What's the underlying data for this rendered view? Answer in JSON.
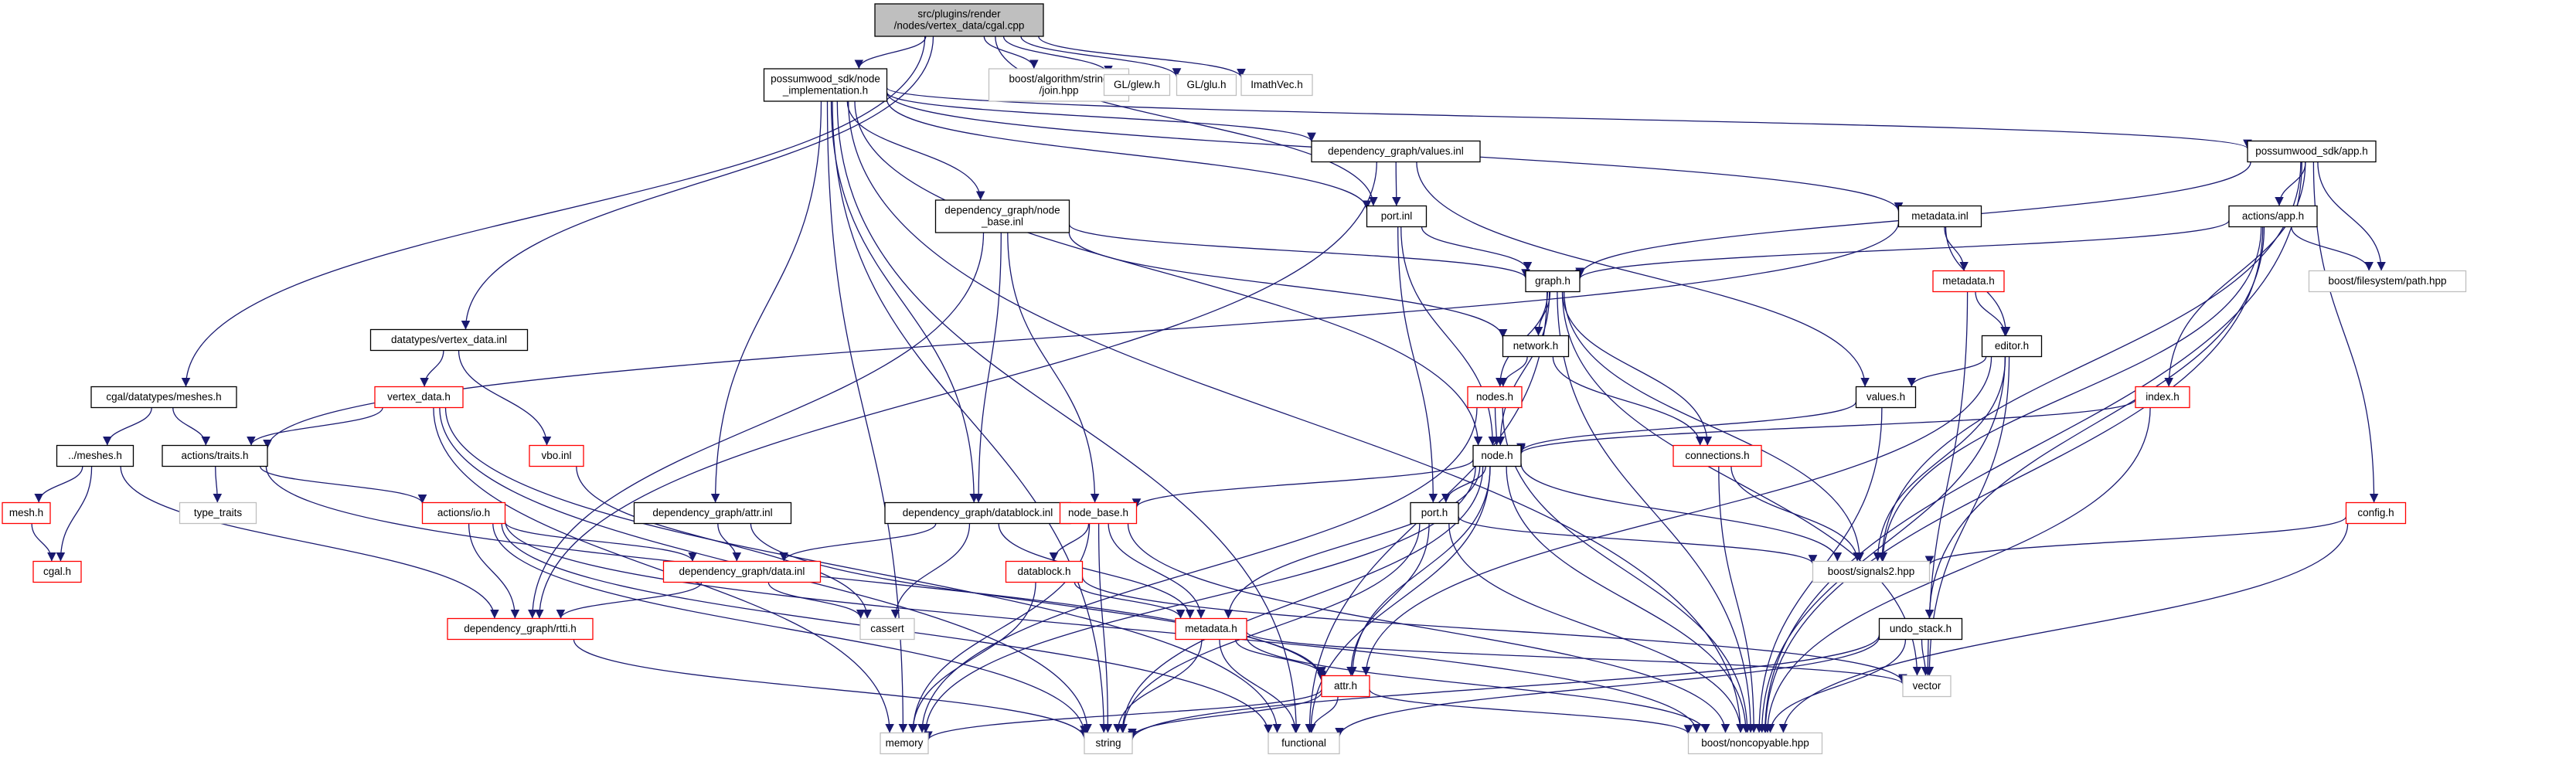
{
  "colors": {
    "edge": "#191970",
    "border_default": "#000000",
    "border_linked": "#ff0000",
    "border_external": "#bfbfbf",
    "fill_root": "#bfbfbf",
    "fill_default": "#ffffff"
  },
  "nodes": [
    {
      "id": "root",
      "lines": [
        "src/plugins/render",
        "/nodes/vertex_data/cgal.cpp"
      ],
      "kind": "root"
    },
    {
      "id": "sdk_node_impl",
      "lines": [
        "possumwood_sdk/node",
        "_implementation.h"
      ],
      "kind": "default"
    },
    {
      "id": "boost_join",
      "lines": [
        "boost/algorithm/string",
        "/join.hpp"
      ],
      "kind": "external"
    },
    {
      "id": "gl_glew",
      "lines": [
        "GL/glew.h"
      ],
      "kind": "external"
    },
    {
      "id": "gl_glu",
      "lines": [
        "GL/glu.h"
      ],
      "kind": "external"
    },
    {
      "id": "imathvec",
      "lines": [
        "ImathVec.h"
      ],
      "kind": "external"
    },
    {
      "id": "dg_values_inl",
      "lines": [
        "dependency_graph/values.inl"
      ],
      "kind": "default"
    },
    {
      "id": "sdk_app",
      "lines": [
        "possumwood_sdk/app.h"
      ],
      "kind": "default"
    },
    {
      "id": "dg_node_base_inl",
      "lines": [
        "dependency_graph/node",
        "_base.inl"
      ],
      "kind": "default"
    },
    {
      "id": "port_inl",
      "lines": [
        "port.inl"
      ],
      "kind": "default"
    },
    {
      "id": "metadata_inl",
      "lines": [
        "metadata.inl"
      ],
      "kind": "default"
    },
    {
      "id": "actions_app",
      "lines": [
        "actions/app.h"
      ],
      "kind": "default"
    },
    {
      "id": "boost_fs_path",
      "lines": [
        "boost/filesystem/path.hpp"
      ],
      "kind": "external"
    },
    {
      "id": "graph_h",
      "lines": [
        "graph.h"
      ],
      "kind": "default"
    },
    {
      "id": "metadata_h_red",
      "lines": [
        "metadata.h"
      ],
      "kind": "linked"
    },
    {
      "id": "network_h",
      "lines": [
        "network.h"
      ],
      "kind": "default"
    },
    {
      "id": "editor_h",
      "lines": [
        "editor.h"
      ],
      "kind": "default"
    },
    {
      "id": "datatypes_vertex_inl",
      "lines": [
        "datatypes/vertex_data.inl"
      ],
      "kind": "default"
    },
    {
      "id": "nodes_h",
      "lines": [
        "nodes.h"
      ],
      "kind": "linked"
    },
    {
      "id": "values_h",
      "lines": [
        "values.h"
      ],
      "kind": "default"
    },
    {
      "id": "index_h",
      "lines": [
        "index.h"
      ],
      "kind": "linked"
    },
    {
      "id": "cgal_meshes",
      "lines": [
        "cgal/datatypes/meshes.h"
      ],
      "kind": "default"
    },
    {
      "id": "vertex_data_h",
      "lines": [
        "vertex_data.h"
      ],
      "kind": "linked"
    },
    {
      "id": "vbo_inl",
      "lines": [
        "vbo.inl"
      ],
      "kind": "linked"
    },
    {
      "id": "meshes_rel",
      "lines": [
        "../meshes.h"
      ],
      "kind": "default"
    },
    {
      "id": "actions_traits",
      "lines": [
        "actions/traits.h"
      ],
      "kind": "default"
    },
    {
      "id": "node_h",
      "lines": [
        "node.h"
      ],
      "kind": "default"
    },
    {
      "id": "connections_h",
      "lines": [
        "connections.h"
      ],
      "kind": "linked"
    },
    {
      "id": "type_traits",
      "lines": [
        "type_traits"
      ],
      "kind": "external"
    },
    {
      "id": "mesh_h",
      "lines": [
        "mesh.h"
      ],
      "kind": "linked"
    },
    {
      "id": "actions_io",
      "lines": [
        "actions/io.h"
      ],
      "kind": "linked"
    },
    {
      "id": "dg_attr_inl",
      "lines": [
        "dependency_graph/attr.inl"
      ],
      "kind": "default"
    },
    {
      "id": "dg_datablock_inl",
      "lines": [
        "dependency_graph/datablock.inl"
      ],
      "kind": "default"
    },
    {
      "id": "node_base_h",
      "lines": [
        "node_base.h"
      ],
      "kind": "linked"
    },
    {
      "id": "port_h",
      "lines": [
        "port.h"
      ],
      "kind": "default"
    },
    {
      "id": "config_h",
      "lines": [
        "config.h"
      ],
      "kind": "linked"
    },
    {
      "id": "boost_signals2",
      "lines": [
        "boost/signals2.hpp"
      ],
      "kind": "external"
    },
    {
      "id": "cgal_h",
      "lines": [
        "cgal.h"
      ],
      "kind": "linked"
    },
    {
      "id": "dg_data_inl",
      "lines": [
        "dependency_graph/data.inl"
      ],
      "kind": "linked"
    },
    {
      "id": "datablock_h",
      "lines": [
        "datablock.h"
      ],
      "kind": "linked"
    },
    {
      "id": "cassert",
      "lines": [
        "cassert"
      ],
      "kind": "external"
    },
    {
      "id": "dg_rtti",
      "lines": [
        "dependency_graph/rtti.h"
      ],
      "kind": "linked"
    },
    {
      "id": "metadata_h2",
      "lines": [
        "metadata.h"
      ],
      "kind": "linked"
    },
    {
      "id": "undo_stack",
      "lines": [
        "undo_stack.h"
      ],
      "kind": "default"
    },
    {
      "id": "vector",
      "lines": [
        "vector"
      ],
      "kind": "external"
    },
    {
      "id": "attr_h",
      "lines": [
        "attr.h"
      ],
      "kind": "linked"
    },
    {
      "id": "memory",
      "lines": [
        "memory"
      ],
      "kind": "external"
    },
    {
      "id": "string",
      "lines": [
        "string"
      ],
      "kind": "external"
    },
    {
      "id": "functional",
      "lines": [
        "functional"
      ],
      "kind": "external"
    },
    {
      "id": "boost_noncopyable",
      "lines": [
        "boost/noncopyable.hpp"
      ],
      "kind": "external"
    }
  ],
  "edges": [
    [
      "root",
      "sdk_node_impl"
    ],
    [
      "root",
      "boost_join"
    ],
    [
      "root",
      "gl_glew"
    ],
    [
      "root",
      "gl_glu"
    ],
    [
      "root",
      "imathvec"
    ],
    [
      "root",
      "datatypes_vertex_inl"
    ],
    [
      "root",
      "cgal_meshes"
    ],
    [
      "root",
      "port_inl"
    ],
    [
      "sdk_node_impl",
      "dg_values_inl"
    ],
    [
      "sdk_node_impl",
      "sdk_app"
    ],
    [
      "sdk_node_impl",
      "dg_node_base_inl"
    ],
    [
      "sdk_node_impl",
      "port_inl"
    ],
    [
      "sdk_node_impl",
      "metadata_inl"
    ],
    [
      "sdk_node_impl",
      "node_h"
    ],
    [
      "sdk_node_impl",
      "dg_attr_inl"
    ],
    [
      "sdk_node_impl",
      "dg_datablock_inl"
    ],
    [
      "sdk_node_impl",
      "memory"
    ],
    [
      "sdk_node_impl",
      "string"
    ],
    [
      "sdk_node_impl",
      "functional"
    ],
    [
      "sdk_node_impl",
      "boost_noncopyable"
    ],
    [
      "dg_values_inl",
      "port_inl"
    ],
    [
      "dg_values_inl",
      "values_h"
    ],
    [
      "dg_values_inl",
      "dg_rtti"
    ],
    [
      "sdk_app",
      "actions_app"
    ],
    [
      "sdk_app",
      "boost_fs_path"
    ],
    [
      "sdk_app",
      "graph_h"
    ],
    [
      "sdk_app",
      "index_h"
    ],
    [
      "sdk_app",
      "config_h"
    ],
    [
      "sdk_app",
      "boost_signals2"
    ],
    [
      "sdk_app",
      "boost_noncopyable"
    ],
    [
      "dg_node_base_inl",
      "graph_h"
    ],
    [
      "dg_node_base_inl",
      "network_h"
    ],
    [
      "dg_node_base_inl",
      "node_base_h"
    ],
    [
      "dg_node_base_inl",
      "dg_datablock_inl"
    ],
    [
      "dg_node_base_inl",
      "dg_rtti"
    ],
    [
      "port_inl",
      "graph_h"
    ],
    [
      "port_inl",
      "node_h"
    ],
    [
      "port_inl",
      "port_h"
    ],
    [
      "metadata_inl",
      "metadata_h_red"
    ],
    [
      "metadata_inl",
      "editor_h"
    ],
    [
      "metadata_inl",
      "actions_traits"
    ],
    [
      "actions_app",
      "graph_h"
    ],
    [
      "actions_app",
      "boost_fs_path"
    ],
    [
      "actions_app",
      "undo_stack"
    ],
    [
      "actions_app",
      "boost_signals2"
    ],
    [
      "actions_app",
      "boost_noncopyable"
    ],
    [
      "graph_h",
      "network_h"
    ],
    [
      "graph_h",
      "nodes_h"
    ],
    [
      "graph_h",
      "node_h"
    ],
    [
      "graph_h",
      "connections_h"
    ],
    [
      "graph_h",
      "boost_signals2"
    ],
    [
      "graph_h",
      "vector"
    ],
    [
      "graph_h",
      "functional"
    ],
    [
      "graph_h",
      "boost_noncopyable"
    ],
    [
      "metadata_h_red",
      "editor_h"
    ],
    [
      "metadata_h_red",
      "vector"
    ],
    [
      "network_h",
      "nodes_h"
    ],
    [
      "network_h",
      "connections_h"
    ],
    [
      "editor_h",
      "values_h"
    ],
    [
      "editor_h",
      "boost_signals2"
    ],
    [
      "editor_h",
      "vector"
    ],
    [
      "editor_h",
      "attr_h"
    ],
    [
      "editor_h",
      "boost_noncopyable"
    ],
    [
      "nodes_h",
      "node_h"
    ],
    [
      "nodes_h",
      "boost_noncopyable"
    ],
    [
      "nodes_h",
      "memory"
    ],
    [
      "values_h",
      "node_h"
    ],
    [
      "values_h",
      "boost_noncopyable"
    ],
    [
      "index_h",
      "node_h"
    ],
    [
      "index_h",
      "boost_noncopyable"
    ],
    [
      "node_h",
      "node_base_h"
    ],
    [
      "node_h",
      "port_h"
    ],
    [
      "node_h",
      "boost_signals2"
    ],
    [
      "node_h",
      "metadata_h2"
    ],
    [
      "node_h",
      "attr_h"
    ],
    [
      "node_h",
      "memory"
    ],
    [
      "node_h",
      "string"
    ],
    [
      "node_h",
      "functional"
    ],
    [
      "node_h",
      "boost_noncopyable"
    ],
    [
      "connections_h",
      "boost_signals2"
    ],
    [
      "connections_h",
      "boost_noncopyable"
    ],
    [
      "datatypes_vertex_inl",
      "vertex_data_h"
    ],
    [
      "datatypes_vertex_inl",
      "vbo_inl"
    ],
    [
      "cgal_meshes",
      "meshes_rel"
    ],
    [
      "cgal_meshes",
      "actions_traits"
    ],
    [
      "vertex_data_h",
      "actions_traits"
    ],
    [
      "vertex_data_h",
      "memory"
    ],
    [
      "vertex_data_h",
      "functional"
    ],
    [
      "vertex_data_h",
      "string"
    ],
    [
      "vbo_inl",
      "cassert"
    ],
    [
      "meshes_rel",
      "mesh_h"
    ],
    [
      "meshes_rel",
      "cgal_h"
    ],
    [
      "meshes_rel",
      "dg_rtti"
    ],
    [
      "mesh_h",
      "cgal_h"
    ],
    [
      "actions_traits",
      "type_traits"
    ],
    [
      "actions_traits",
      "actions_io"
    ],
    [
      "actions_traits",
      "attr_h"
    ],
    [
      "actions_io",
      "dg_data_inl"
    ],
    [
      "actions_io",
      "dg_rtti"
    ],
    [
      "actions_io",
      "string"
    ],
    [
      "actions_io",
      "functional"
    ],
    [
      "actions_io",
      "boost_noncopyable"
    ],
    [
      "dg_attr_inl",
      "dg_data_inl"
    ],
    [
      "dg_attr_inl",
      "attr_h"
    ],
    [
      "dg_datablock_inl",
      "dg_data_inl"
    ],
    [
      "dg_datablock_inl",
      "cassert"
    ],
    [
      "dg_datablock_inl",
      "metadata_h2"
    ],
    [
      "node_base_h",
      "datablock_h"
    ],
    [
      "node_base_h",
      "metadata_h2"
    ],
    [
      "node_base_h",
      "memory"
    ],
    [
      "node_base_h",
      "string"
    ],
    [
      "node_base_h",
      "boost_noncopyable"
    ],
    [
      "port_h",
      "boost_signals2"
    ],
    [
      "port_h",
      "attr_h"
    ],
    [
      "port_h",
      "string"
    ],
    [
      "port_h",
      "boost_noncopyable"
    ],
    [
      "config_h",
      "boost_signals2"
    ],
    [
      "config_h",
      "boost_noncopyable"
    ],
    [
      "dg_data_inl",
      "cassert"
    ],
    [
      "dg_data_inl",
      "dg_rtti"
    ],
    [
      "datablock_h",
      "metadata_h2"
    ],
    [
      "datablock_h",
      "memory"
    ],
    [
      "datablock_h",
      "vector"
    ],
    [
      "dg_rtti",
      "string"
    ],
    [
      "metadata_h2",
      "attr_h"
    ],
    [
      "metadata_h2",
      "vector"
    ],
    [
      "metadata_h2",
      "string"
    ],
    [
      "metadata_h2",
      "functional"
    ],
    [
      "metadata_h2",
      "boost_noncopyable"
    ],
    [
      "undo_stack",
      "vector"
    ],
    [
      "undo_stack",
      "functional"
    ],
    [
      "undo_stack",
      "string"
    ],
    [
      "undo_stack",
      "boost_noncopyable"
    ],
    [
      "attr_h",
      "memory"
    ],
    [
      "attr_h",
      "string"
    ],
    [
      "attr_h",
      "functional"
    ],
    [
      "attr_h",
      "boost_noncopyable"
    ]
  ]
}
